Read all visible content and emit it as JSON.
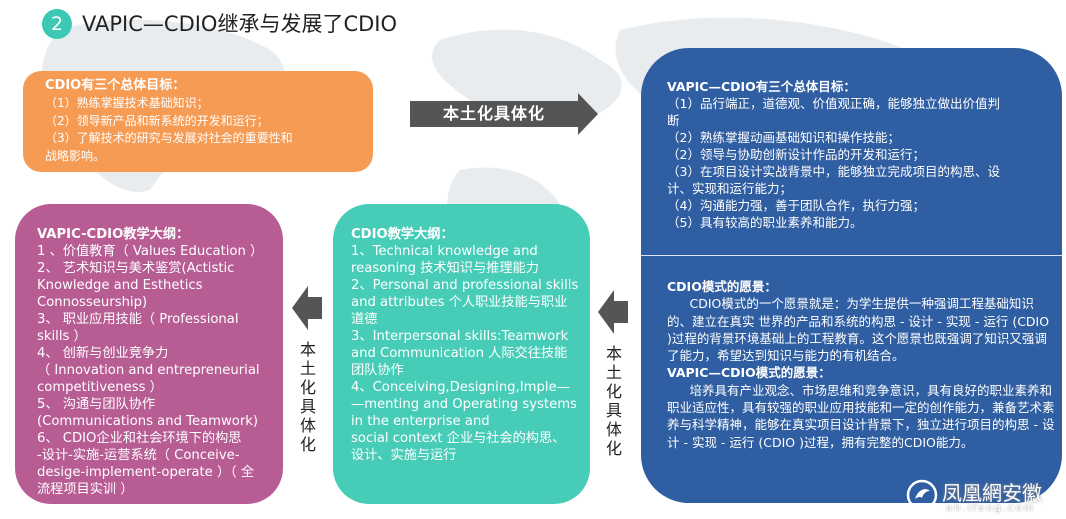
{
  "header": {
    "number": "2",
    "title": "VAPIC—CDIO继承与发展了CDIO"
  },
  "colors": {
    "orange": "#f59b54",
    "purple": "#b85c94",
    "teal": "#47cdb7",
    "blue": "#2f5ea2",
    "badge": "#3cc8b4",
    "arrow": "#555555"
  },
  "arrow_label": "本土化具体化",
  "left_arrow_1": [
    "本",
    "土",
    "化",
    "具",
    "体",
    "化"
  ],
  "left_arrow_2": [
    "本",
    "土",
    "化",
    "具",
    "体",
    "化"
  ],
  "orange_box": {
    "heading": "CDIO有三个总体目标：",
    "lines": [
      "（1）熟练掌握技术基础知识；",
      "（2）领导新产品和新系统的开发和运行；",
      "（3）了解技术的研究与发展对社会的重要性和",
      "战略影响。"
    ]
  },
  "blue_box": {
    "heading": "VAPIC—CDIO有三个总体目标：",
    "lines": [
      "（1）品行端正，道德观、价值观正确，能够独立做出价值判",
      "断",
      "（2）熟练掌握动画基础知识和操作技能；",
      "（2）领导与协助创新设计作品的开发和运行；",
      "（3）在项目设计实战背景中，能够独立完成项目的构思、设",
      "计、实现和运行能力；",
      "（4）沟通能力强，善于团队合作，执行力强；",
      "（5）具有较高的职业素养和能力。"
    ],
    "vision_heading": "CDIO模式的愿景：",
    "vision_text": "CDIO模式的一个愿景就是：为学生提供一种强调工程基础知识的、建立在真实  世界的产品和系统的构思 - 设计 - 实现 - 运行 (CDIO )过程的背景环境基础上的工程教育。这个愿景也既强调了知识又强调了能力，希望达到知识与能力的有机结合。",
    "vapic_vision_heading": "VAPIC—CDIO模式的愿景：",
    "vapic_vision_text": "培养具有产业观念、市场思维和竞争意识，具有良好的职业素养和职业适应性，具有较强的职业应用技能和一定的创作能力，兼备艺术素养与科学精神，能够在真实项目设计背景下，独立进行项目的构思 - 设计 - 实现 - 运行 (CDIO )过程，拥有完整的CDIO能力。"
  },
  "teal_box": {
    "heading": "CDIO教学大纲：",
    "lines": [
      "1、Technical knowledge and",
      "reasoning 技术知识与推理能力",
      "2、Personal and professional skills",
      "and attributes 个人职业技能与职业",
      "道德",
      "3、Interpersonal skills:Teamwork",
      "and Communication 人际交往技能",
      "团队协作",
      "4、Conceiving,Designing,Imple—",
      "—menting and Operating systems",
      "in the enterprise and",
      "social context  企业与社会的构思、",
      "设计、实施与运行"
    ]
  },
  "purple_box": {
    "heading": "VAPIC-CDIO教学大纲：",
    "lines": [
      "1 、价值教育（ Values Education ）",
      "2、 艺术知识与美术鉴赏(Actistic",
      "Knowledge and Esthetics",
      "Connosseurship)",
      "3、 职业应用技能（ Professional",
      "skills ）",
      "4、 创新与创业竞争力",
      "（ Innovation and entrepreneurial",
      "competitiveness ）",
      "5、 沟通与团队协作",
      "(Communications and Teamwork)",
      "6、 CDIO企业和社会环境下的构思",
      "-设计-实施-运营系统（ Conceive-",
      "desige-implement-operate ）（ 全",
      "流程项目实训 ）"
    ]
  },
  "watermark": {
    "name": "凤凰網安徽",
    "url": "ah.ifeng.com"
  }
}
